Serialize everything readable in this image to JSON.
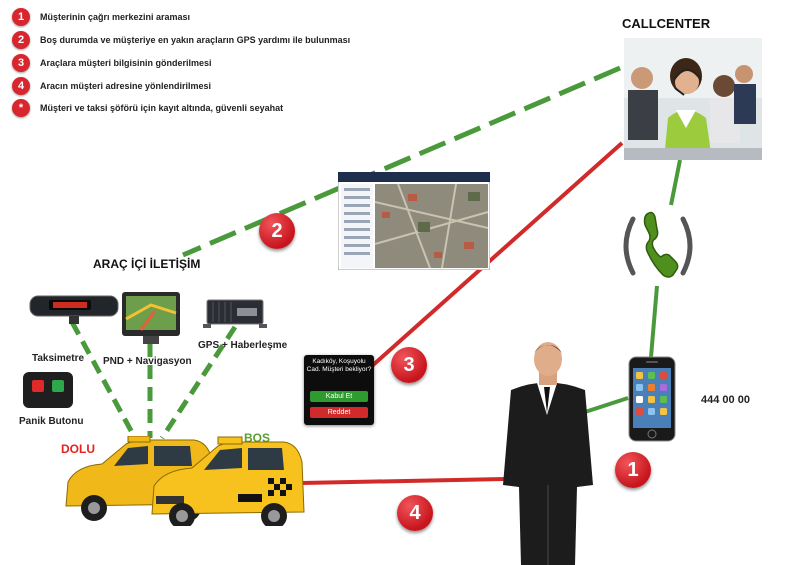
{
  "legend": [
    {
      "badge": "1",
      "text": "Müşterinin çağrı merkezini araması"
    },
    {
      "badge": "2",
      "text": "Boş durumda ve müşteriye en yakın araçların GPS yardımı ile bulunması"
    },
    {
      "badge": "3",
      "text": "Araçlara müşteri bilgisinin gönderilmesi"
    },
    {
      "badge": "4",
      "text": "Aracın müşteri adresine yönlendirilmesi"
    },
    {
      "badge": "*",
      "text": "Müşteri ve taksi şöförü için kayıt altında, güvenli seyahat"
    }
  ],
  "labels": {
    "callcenter": "CALLCENTER",
    "arac_ici": "ARAÇ İÇİ İLETİŞİM",
    "taksimetre": "Taksimetre",
    "pnd": "PND + Navigasyon",
    "gps": "GPS + Haberleşme",
    "panik": "Panik Butonu",
    "dolu": "DOLU",
    "bos": "BOŞ",
    "phone": "444 00 00"
  },
  "steps": {
    "s1": "1",
    "s2": "2",
    "s3": "3",
    "s4": "4"
  },
  "popup": {
    "message": "Kadıköy, Koşuyolu Cad. Müşteri bekliyor?",
    "accept": "Kabul Et",
    "reject": "Reddet"
  },
  "colors": {
    "green_link": "#4a9a3c",
    "red_link": "#d12a2a",
    "badge_red": "#d8262e",
    "dolu_red": "#e52320",
    "bos_green": "#5a9e2f",
    "taxi_yellow": "#f1b81a",
    "accept_green": "#2e9b2e",
    "reject_red": "#d12a2a"
  },
  "icons": [
    "phone-handset-icon",
    "smartphone-icon",
    "taximeter-mirror-icon",
    "navigation-device-icon",
    "gps-modem-icon",
    "panic-button-icon",
    "taxi-icon",
    "businessman-icon",
    "callcenter-agents-icon",
    "map-screenshot-icon"
  ]
}
